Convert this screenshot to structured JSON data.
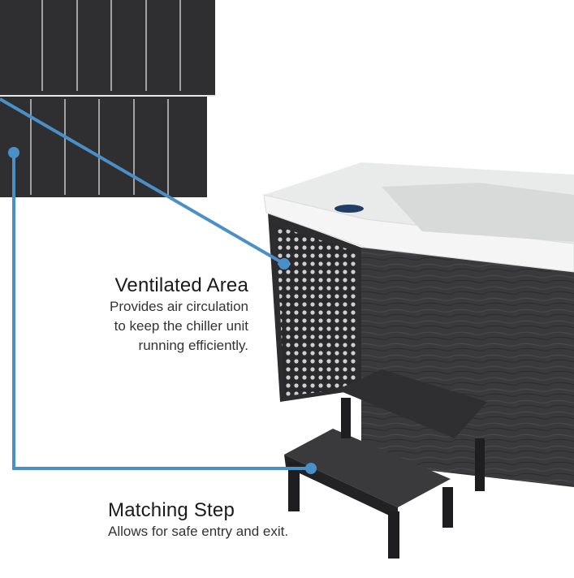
{
  "callouts": {
    "ventilated": {
      "title": "Ventilated Area",
      "lines": [
        "Provides air circulation",
        "to keep the chiller unit",
        "running efficiently."
      ]
    },
    "step": {
      "title": "Matching Step",
      "lines": [
        "Allows for safe entry and exit."
      ]
    }
  },
  "colors": {
    "leader_line": "#4a90c8",
    "panel_dark": "#2f2f31",
    "tub_shell": "#eef0ef"
  }
}
